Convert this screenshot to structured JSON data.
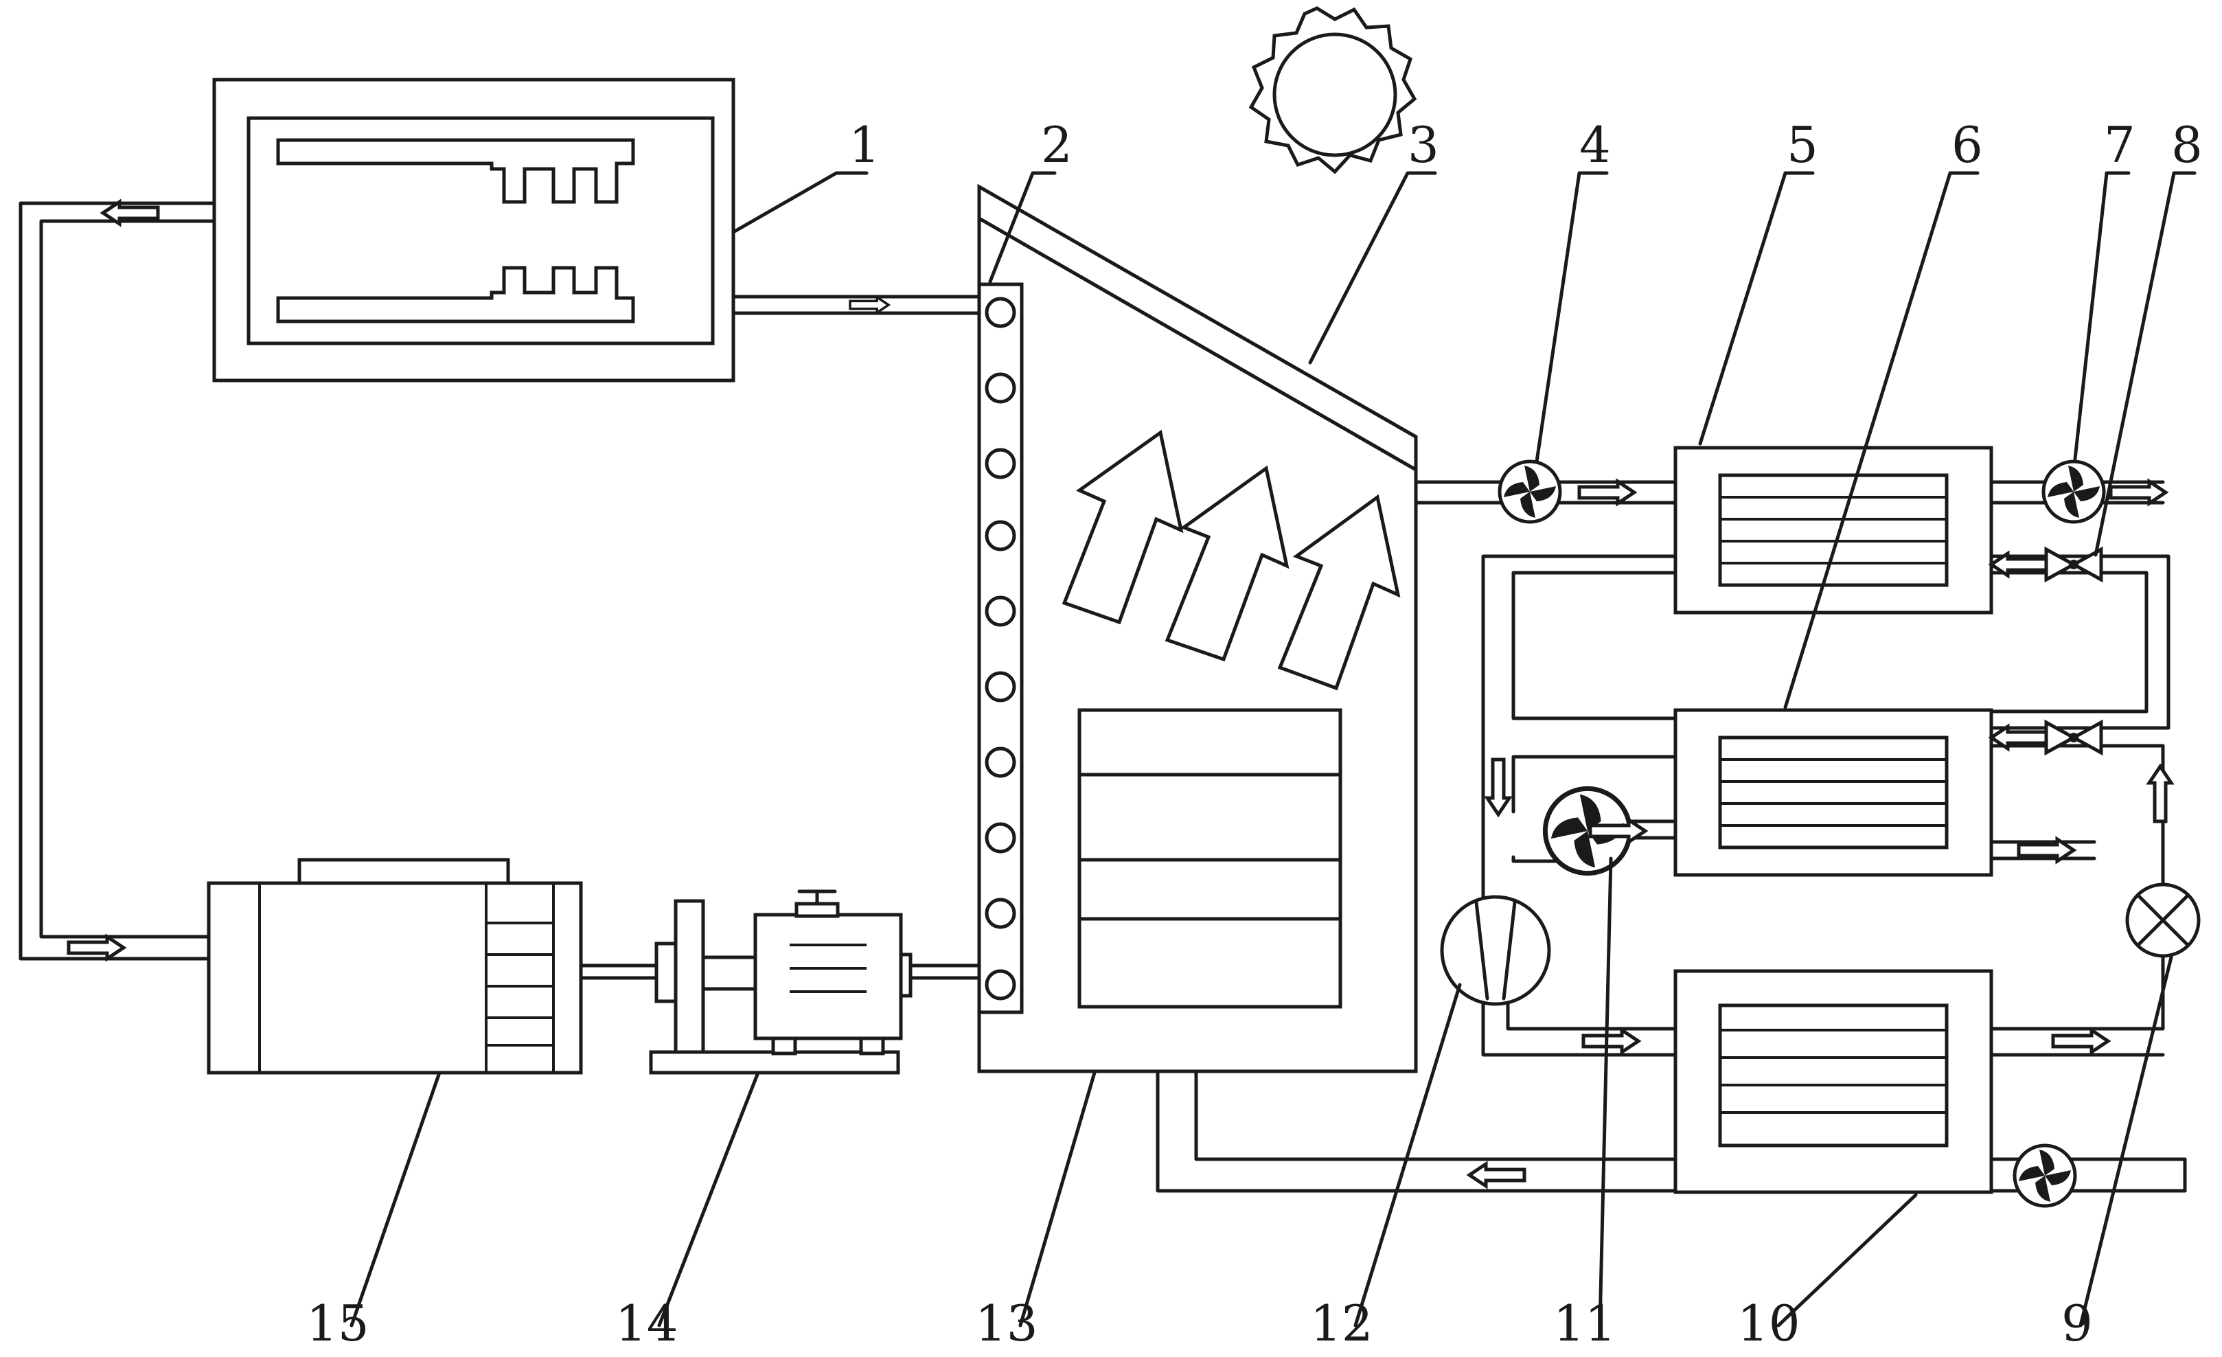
{
  "diagram": {
    "labels": {
      "l1": "1",
      "l2": "2",
      "l3": "3",
      "l4": "4",
      "l5": "5",
      "l6": "6",
      "l7": "7",
      "l8": "8",
      "l9": "9",
      "l10": "10",
      "l11": "11",
      "l12": "12",
      "l13": "13",
      "l14": "14",
      "l15": "15"
    },
    "colors": {
      "line": "#1a1a1a",
      "background": "#ffffff"
    }
  }
}
